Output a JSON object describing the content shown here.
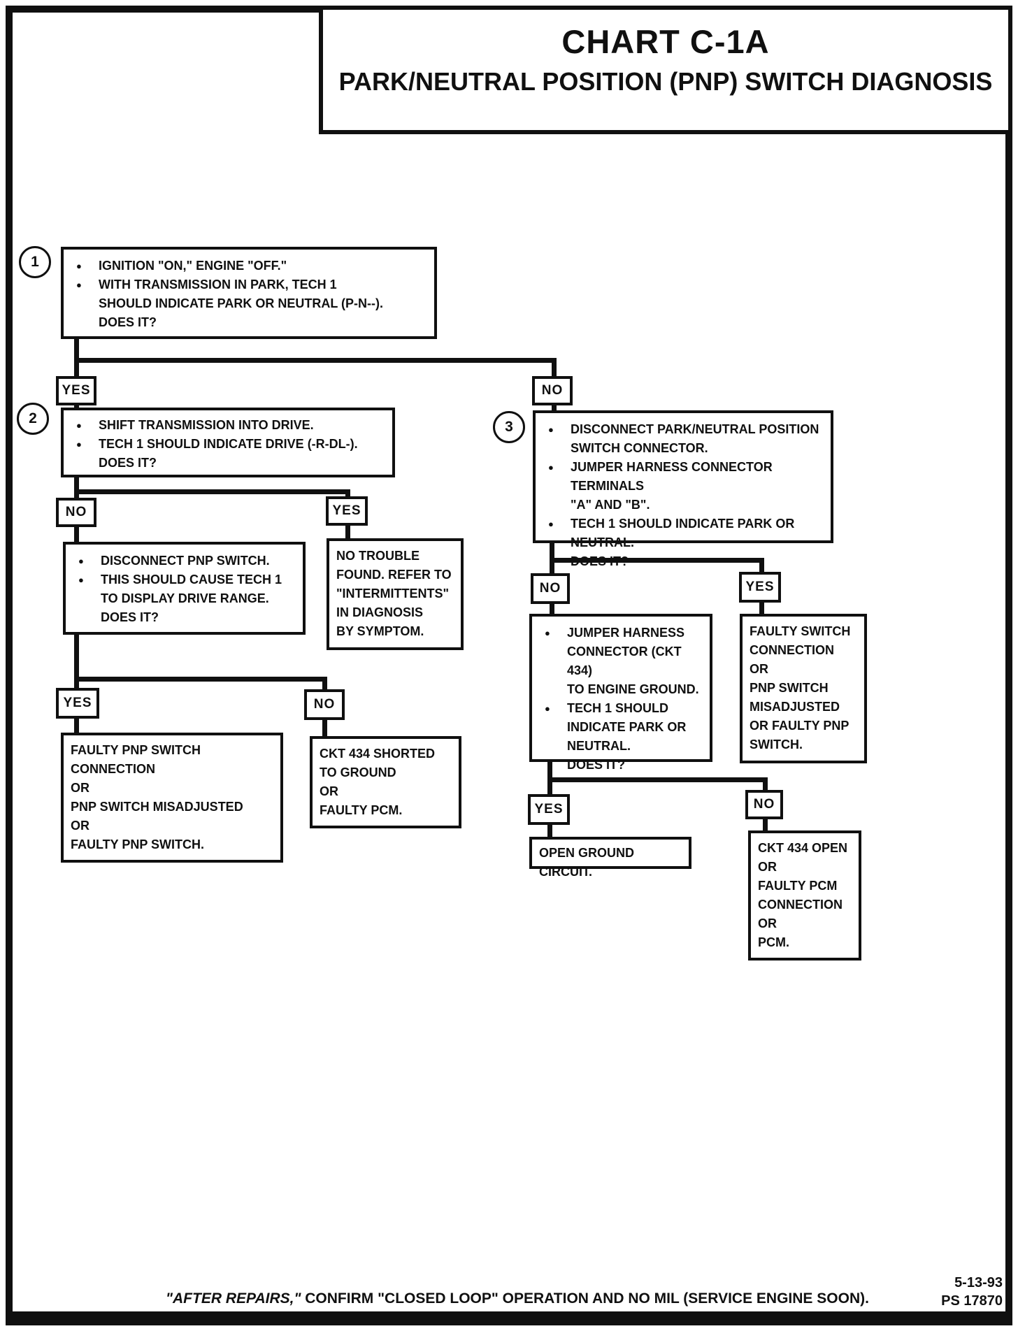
{
  "colors": {
    "ink": "#101010",
    "paper": "#ffffff"
  },
  "header": {
    "title": "CHART C-1A",
    "subtitle": "PARK/NEUTRAL POSITION (PNP) SWITCH DIAGNOSIS"
  },
  "labels": {
    "yes": "YES",
    "no": "NO"
  },
  "steps": {
    "s1": {
      "num": "1",
      "b1": "IGNITION \"ON,\" ENGINE \"OFF.\"",
      "b2": "WITH TRANSMISSION IN PARK, TECH 1\nSHOULD INDICATE PARK OR NEUTRAL (P-N--).\nDOES IT?"
    },
    "s2": {
      "num": "2",
      "b1": "SHIFT TRANSMISSION INTO DRIVE.",
      "b2": "TECH 1 SHOULD INDICATE DRIVE (-R-DL-).\nDOES IT?"
    },
    "s3": {
      "num": "3",
      "b1": "DISCONNECT PARK/NEUTRAL POSITION\nSWITCH CONNECTOR.",
      "b2": "JUMPER HARNESS CONNECTOR TERMINALS\n\"A\" AND \"B\".",
      "b3": "TECH 1 SHOULD INDICATE PARK OR NEUTRAL.\nDOES IT?"
    }
  },
  "boxes": {
    "disconnect_pnp": {
      "b1": "DISCONNECT PNP SWITCH.",
      "b2": "THIS SHOULD CAUSE TECH 1\nTO DISPLAY DRIVE RANGE.\nDOES IT?"
    },
    "no_trouble": "NO TROUBLE\nFOUND.  REFER TO\n\"INTERMITTENTS\"\nIN  DIAGNOSIS\nBY SYMPTOM.",
    "faulty_pnp": "FAULTY PNP SWITCH\nCONNECTION\nOR\nPNP SWITCH MISADJUSTED\nOR\nFAULTY PNP SWITCH.",
    "ckt434_shorted": "CKT 434 SHORTED\nTO GROUND\nOR\nFAULTY PCM.",
    "jumper_ground": {
      "b1": "JUMPER HARNESS\nCONNECTOR (CKT 434)\nTO ENGINE GROUND.",
      "b2": "TECH 1 SHOULD\nINDICATE PARK OR\nNEUTRAL.\nDOES IT?"
    },
    "faulty_switch": "FAULTY SWITCH\nCONNECTION\nOR\nPNP SWITCH\nMISADJUSTED\nOR FAULTY PNP\nSWITCH.",
    "open_ground": "OPEN GROUND CIRCUIT.",
    "ckt434_open": "CKT 434 OPEN\nOR\nFAULTY PCM\nCONNECTION\nOR\nPCM."
  },
  "footer": {
    "note_quoted": "\"AFTER REPAIRS,\"",
    "note_rest": " CONFIRM \"CLOSED LOOP\" OPERATION AND NO MIL (SERVICE ENGINE SOON).",
    "date": "5-13-93",
    "doc": "PS 17870"
  }
}
